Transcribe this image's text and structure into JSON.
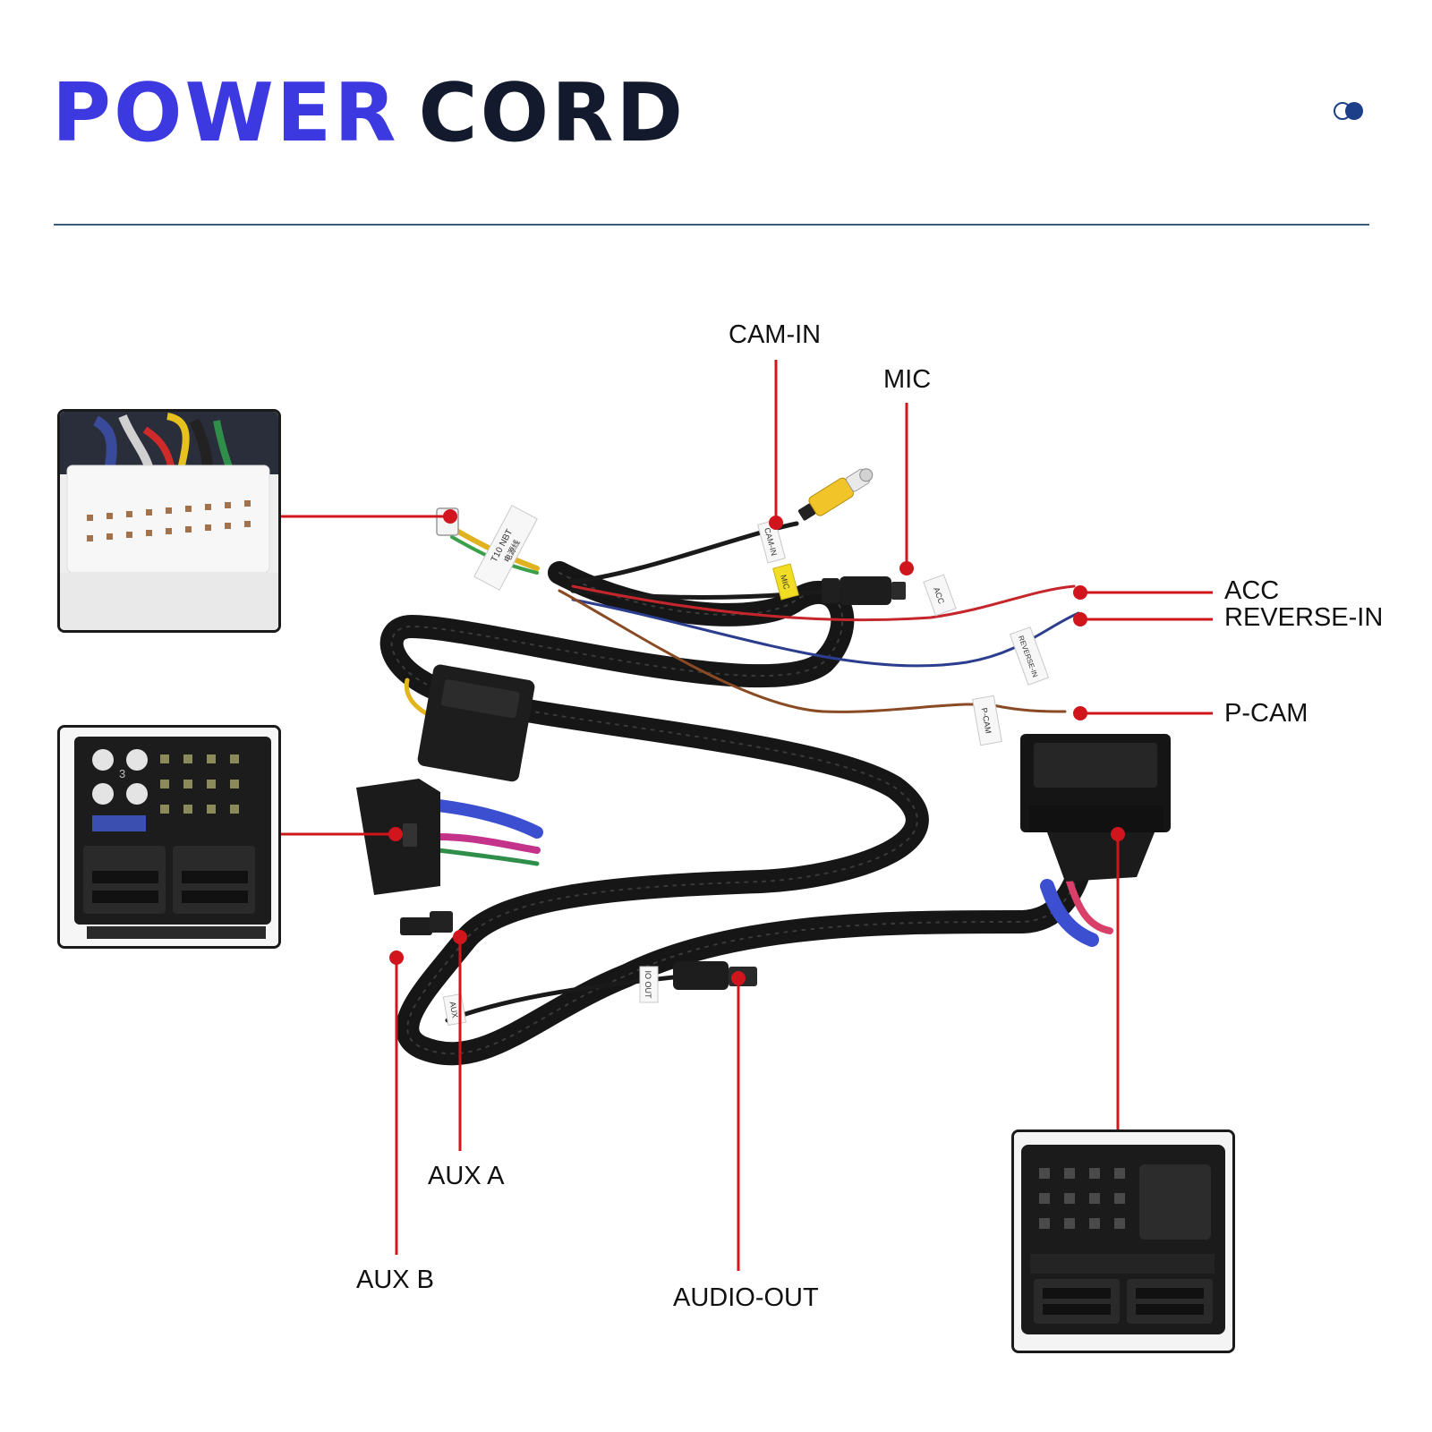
{
  "title": {
    "word1": "POWER",
    "word2": "CORD"
  },
  "logo": {
    "icon": "two-circles-logo-icon",
    "color": "#1d3f8a"
  },
  "colors": {
    "accent_blue": "#3d39e0",
    "dark_navy": "#141a2e",
    "callout_red": "#d0161c",
    "rule": "#3d5a78"
  },
  "labels": {
    "cam_in": "CAM-IN",
    "mic": "MIC",
    "acc": "ACC",
    "reverse_in": "REVERSE-IN",
    "p_cam": "P-CAM",
    "aux_a": "AUX A",
    "aux_b": "AUX B",
    "audio_out": "AUDIO-OUT"
  },
  "cable_tags": {
    "nbt": "T10 NBT",
    "nbt_cn": "电源线",
    "cam_in": "CAM-IN",
    "mic": "MIC",
    "acc": "ACC",
    "reverse_in": "REVERSE-IN",
    "p_cam": "P-CAM",
    "aux": "AUX",
    "audio_out": "IO OUT"
  },
  "connector_marks": {
    "quadlock_pin": "3"
  }
}
